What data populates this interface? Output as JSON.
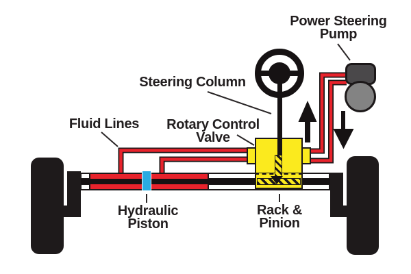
{
  "diagram": {
    "subject": "hydraulic power steering system",
    "labels": {
      "power_steering_pump": "Power Steering\nPump",
      "steering_column": "Steering Column",
      "rotary_control_valve": "Rotary Control\nValve",
      "fluid_lines": "Fluid Lines",
      "hydraulic_piston": "Hydraulic\nPiston",
      "rack_and_pinion": "Rack &\nPinion"
    },
    "colors": {
      "fluid_line_red": "#E8232C",
      "valve_yellow": "#FBEA1E",
      "piston_blue": "#29ABE2",
      "pump_body_gray": "#4A484A",
      "pump_pulley_gray": "#838383",
      "outline_black": "#1C1819",
      "text_black": "#221E1F",
      "background": "#FFFFFF"
    },
    "flow_arrows": [
      "up",
      "down"
    ]
  }
}
